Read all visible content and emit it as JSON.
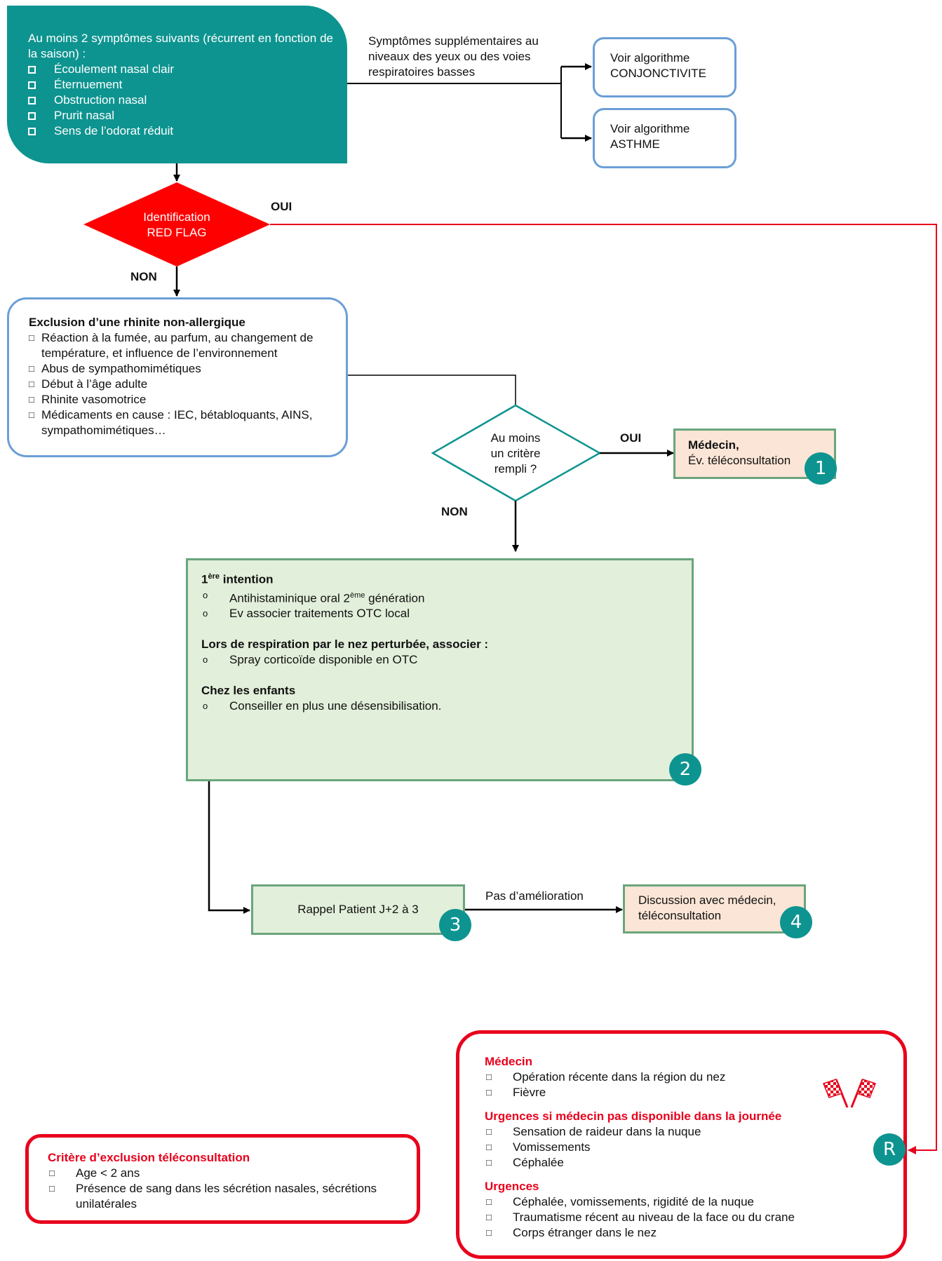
{
  "start": {
    "intro": "Au moins 2 symptômes suivants (récurrent en fonction de la saison) :",
    "symptoms": [
      "Écoulement nasal clair",
      "Éternuement",
      "Obstruction nasal",
      "Prurit nasal",
      "Sens de l’odorat réduit"
    ]
  },
  "extra_symptoms_label": "Symptômes supplémentaires au niveaux des yeux ou des voies respiratoires basses",
  "algo_conj": {
    "line1": "Voir algorithme",
    "line2": "CONJONCTIVITE"
  },
  "algo_asthme": {
    "line1": "Voir algorithme",
    "line2": "ASTHME"
  },
  "red_flag": {
    "line1": "Identification",
    "line2": "RED FLAG"
  },
  "labels": {
    "oui": "OUI",
    "non": "NON"
  },
  "exclusion": {
    "title": "Exclusion d’une rhinite non-allergique",
    "items": [
      "Réaction à la fumée, au parfum, au changement de température, et influence de l’environnement",
      "Abus de sympathomimétiques",
      "Début à l’âge adulte",
      "Rhinite vasomotrice",
      "Médicaments en cause : IEC, bétabloquants, AINS, sympathomimétiques…"
    ]
  },
  "criteria_diamond": {
    "line1": "Au moins",
    "line2": "un critère",
    "line3": "rempli ?"
  },
  "medecin_box": {
    "title": "Médecin,",
    "subtitle": "Év. téléconsultation",
    "badge": "1"
  },
  "treatment": {
    "intent_num": "1",
    "intent_sup": "ère",
    "intent_word": "intention",
    "intent_items": [
      {
        "pre": "Antihistaminique oral 2",
        "sup": "ème",
        "post": " génération"
      },
      {
        "pre": "Ev associer traitements OTC local",
        "sup": "",
        "post": ""
      }
    ],
    "nose_title": "Lors de respiration par le nez perturbée, associer :",
    "nose_items": [
      "Spray corticoïde disponible en OTC"
    ],
    "kids_title": "Chez les enfants",
    "kids_items": [
      "Conseiller en plus une désensibilisation."
    ],
    "badge": "2"
  },
  "recall": {
    "label": "Rappel Patient J+2 à 3",
    "badge": "3"
  },
  "no_improvement_label": "Pas d’amélioration",
  "discussion": {
    "line1": "Discussion avec médecin,",
    "line2": "téléconsultation",
    "badge": "4"
  },
  "red_panel": {
    "section1_title": "Médecin",
    "section1_items": [
      "Opération récente dans la région du nez",
      "Fièvre"
    ],
    "section2_title": "Urgences si médecin pas disponible dans la journée",
    "section2_items": [
      "Sensation de raideur dans la nuque",
      "Vomissements",
      "Céphalée"
    ],
    "section3_title": "Urgences",
    "section3_items": [
      "Céphalée, vomissements, rigidité de la nuque",
      "Traumatisme récent au niveau de la face ou du crane",
      "Corps étranger dans le nez"
    ],
    "badge": "R",
    "flag_icon": "checkered-flags-icon"
  },
  "tele_exclusion": {
    "title": "Critère d’exclusion téléconsultation",
    "items": [
      "Age < 2 ans",
      "Présence de sang dans les sécrétion nasales, sécrétions unilatérales"
    ]
  },
  "colors": {
    "teal": "#0e9490",
    "red": "#e8001c",
    "blue_border": "#6b9fd6",
    "green_fill": "#e2efda",
    "peach_fill": "#fbe5d6"
  }
}
